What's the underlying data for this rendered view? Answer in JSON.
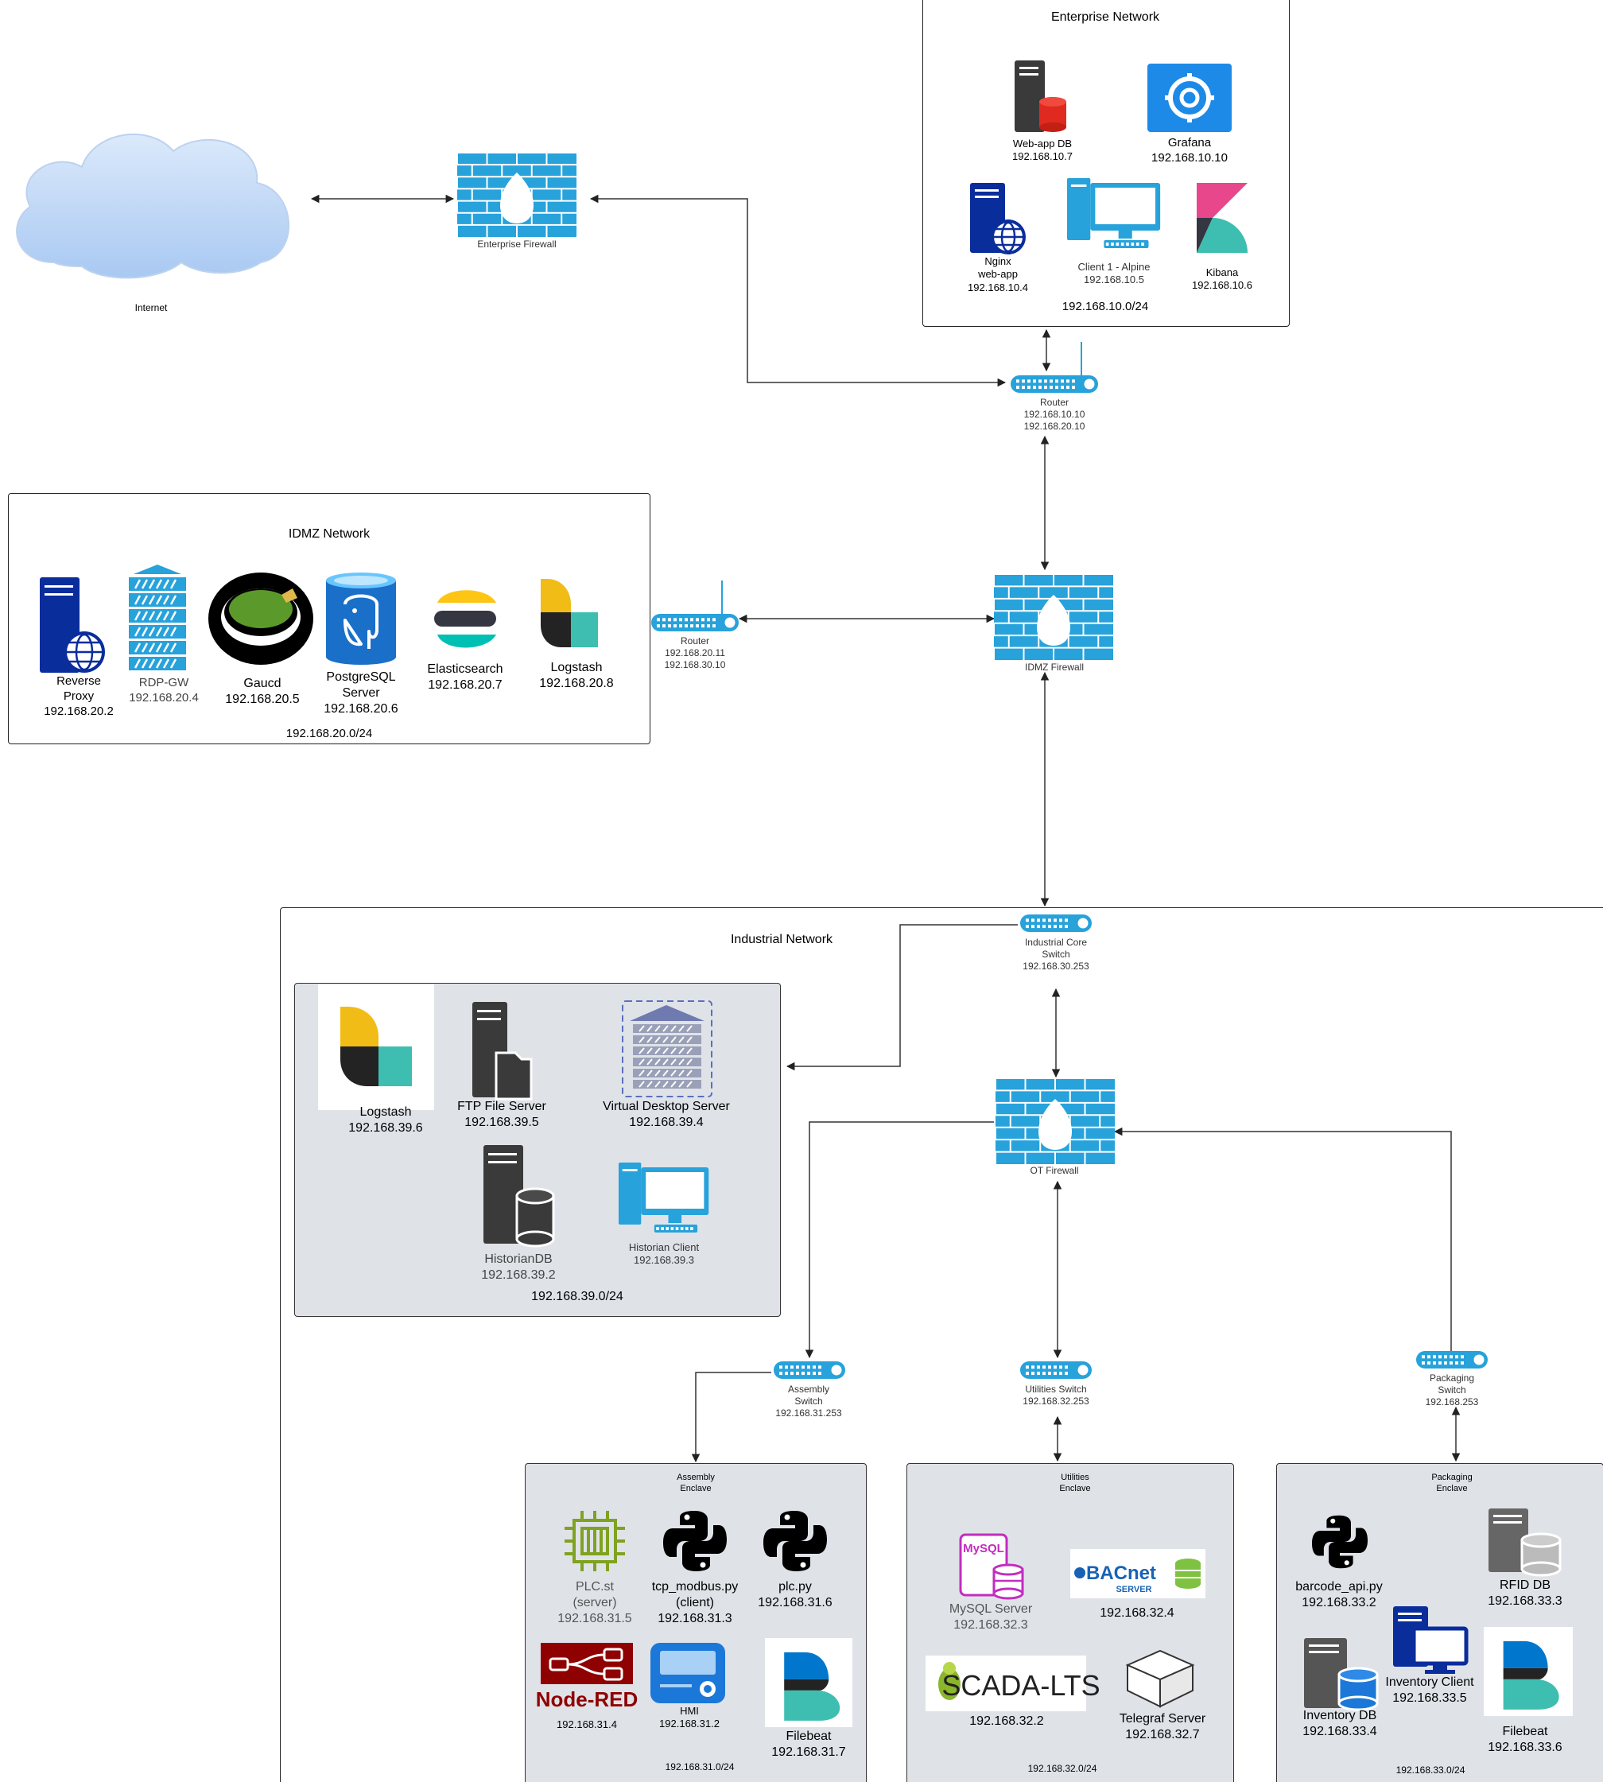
{
  "internet": {
    "label": "Internet"
  },
  "enterprise": {
    "title": "Enterprise Network",
    "subnet": "192.168.10.0/24",
    "webapp_db": "Web-app DB\n192.168.10.7",
    "grafana": "Grafana\n192.168.10.10",
    "nginx": "Nginx\nweb-app\n192.168.10.4",
    "client1": "Client 1 - Alpine\n192.168.10.5",
    "kibana": "Kibana\n192.168.10.6"
  },
  "enterprise_firewall": {
    "label": "Enterprise Firewall"
  },
  "router1": {
    "label": "Router\n192.168.10.10\n192.168.20.10"
  },
  "idmz": {
    "title": "IDMZ Network",
    "subnet": "192.168.20.0/24",
    "reverse_proxy": "Reverse\nProxy\n192.168.20.2",
    "rdp_gw": "RDP-GW\n192.168.20.4",
    "gaucd": "Gaucd\n192.168.20.5",
    "postgres": "PostgreSQL\nServer\n192.168.20.6",
    "elasticsearch": "Elasticsearch\n192.168.20.7",
    "logstash": "Logstash\n192.168.20.8"
  },
  "router2": {
    "label": "Router\n192.168.20.11\n192.168.30.10"
  },
  "idmz_firewall": {
    "label": "IDMZ Firewall"
  },
  "industrial": {
    "title": "Industrial Network"
  },
  "core_switch": {
    "label": "Industrial Core\nSwitch\n192.168.30.253"
  },
  "ot_firewall": {
    "label": "OT Firewall"
  },
  "historian": {
    "subnet": "192.168.39.0/24",
    "logstash": "Logstash\n192.168.39.6",
    "ftp": "FTP File Server\n192.168.39.5",
    "vds": "Virtual Desktop Server\n192.168.39.4",
    "historian_db": "HistorianDB\n192.168.39.2",
    "historian_client": "Historian Client\n192.168.39.3"
  },
  "assembly_switch": {
    "label": "Assembly\nSwitch\n192.168.31.253"
  },
  "utilities_switch": {
    "label": "Utilities Switch\n192.168.32.253"
  },
  "packaging_switch": {
    "label": "Packaging\nSwitch\n192.168.253"
  },
  "assembly": {
    "title": "Assembly\nEnclave",
    "subnet": "192.168.31.0/24",
    "plc_st": "PLC.st\n(server)\n192.168.31.5",
    "tcp_modbus": "tcp_modbus.py\n(client)\n192.168.31.3",
    "plc_py": "plc.py\n192.168.31.6",
    "nodered": "192.168.31.4",
    "nodered_logo": "Node-RED",
    "hmi": "HMI\n192.168.31.2",
    "filebeat": "Filebeat\n192.168.31.7"
  },
  "utilities": {
    "title": "Utilities\nEnclave",
    "subnet": "192.168.32.0/24",
    "mysql": "MySQL Server\n192.168.32.3",
    "mysql_logo": "MySQL",
    "bacnet": "192.168.32.4",
    "bacnet_logo": "BACnet",
    "bacnet_sub": "SERVER",
    "scada": "192.168.32.2",
    "scada_logo": "SCADA-LTS",
    "telegraf": "Telegraf Server\n192.168.32.7"
  },
  "packaging": {
    "title": "Packaging\nEnclave",
    "subnet": "192.168.33.0/24",
    "barcode": "barcode_api.py\n192.168.33.2",
    "rfid_db": "RFID DB\n192.168.33.3",
    "inventory_db": "Inventory DB\n192.168.33.4",
    "inventory_client": "Inventory Client\n192.168.33.5",
    "filebeat": "Filebeat\n192.168.33.6"
  },
  "colors": {
    "azure": "#27a2db",
    "dark": "#3a3a3a",
    "navy": "#0a2d9c",
    "enclave_bg": "#dfe3e8",
    "wire": "#333333"
  }
}
